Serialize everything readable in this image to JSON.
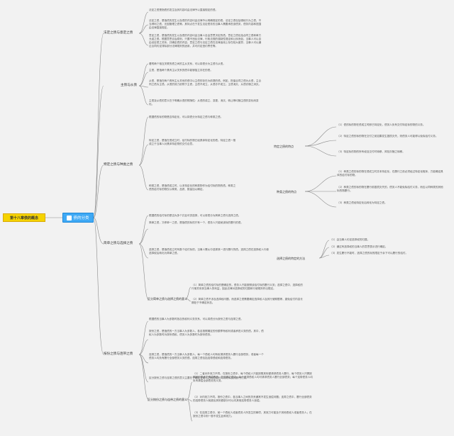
{
  "root": {
    "label": "第十八章债的概念"
  },
  "hub": {
    "label": "债的分类"
  },
  "topics": {
    "t1": "法定之债与意定之债",
    "t2": "主债与从债",
    "t3": "特定之债与种类之债",
    "t4": "简单之债与选择之债",
    "t5": "按份之债与连带之债"
  },
  "subtopics": {
    "s31": "特定之债的特点",
    "s32": "种类之债的特点",
    "s41": "选择之债的特定的方法",
    "s42": "区分简单之债与选择之债的意义",
    "s51": "区分按份之债与连带之债的意义"
  },
  "leaves": {
    "l1a": "法定之债是指债的发生及其内容均由法律予以直接规定的债。",
    "l1b": "法定之债，是指债的发生以及债的内容均由法律予以明确规定的债。法定之债包括侵权行为之债、不当得利之债、无因管理之债等。其特点在于发生法定债务的当事人需要承担该债务，债务内容和范围由法律直接规定。",
    "l1c": "意定之债，是指债的发生以及债的内容均由当事人自由意思决定的债。意定之债包括合同之债和单方允诺之债。根据意思自治原则，只要不违反法律，行政法规的强制性规定和公序良俗，当事人可以自由设定债之关系，并确定债的内容。意定之债与法定之债在法律适用上存在较大差异，当事人可以通过合同约定排除部分法律规则的适用，并可约定违约责任等。",
    "l2a": "看附两个相互关联的债之间的主从关系，可以将债分为主债与从债。",
    "l2b": "主债，是指两个具有主从关系的债中能够独立存在的债。",
    "l2c": "从债，是指在两个具有主从关系的债中以主债的存在为前提的债。例如，担保合同之债为从债，主合同之债为主债。从债的效力依附于主债，主债不成立，从债亦不成立；主债消灭，从债亦随之消灭。",
    "l2d": "主债及从债的意义在于明确从债的附随性：从债的成立、变更、消灭、转让等均随主债的变化而变化。",
    "l3a": "根据债的标的物是否特定化，可以将债分为特定之债与种类之债。",
    "l3b": "特定之债，是指在债成立时，给付标的物已经具体特定化的债。特定之债一般成立于当事人对具体特定物的交付合意。",
    "l3c": "种类之债，是指债成立时，以未特定化的种类物作为给付标的物的债。种类之债的给付标的物仅以种类、品质、数量加以确定。",
    "l31a": "（1）债的标的物在债成立时即已特定化，债务人负有交付特定标的物的义务。",
    "l31b": "（2）特定之债的标的物在交付之前如果发生毁损灭失，则债务人可能得以免除给付义务。",
    "l31c": "（3）特定标的物的所有权自交付时转移，风险亦随之转移。",
    "l32a": "（1）种类之债的标的物在债成立时并未特定化，在履行之前必须经过特定化程序，方能确定具体的给付标的物。",
    "l32b": "（2）种类之债的标的物在履行前毁损灭失的，债务人不能免除给付义务，而应以同种类的其他标的物履行。",
    "l32c": "（3）种类之债经特定化后转化为特定之债。",
    "l4a": "根据债的给付标的是否为多个并且可供选择，可以将债分为简单之债与选择之债。",
    "l4b": "简单之债，又称单一之债，是指债的标的只有一个，债务人只能就该标的履行的债。",
    "l4c": "选择之债，是指债成立时有数个给付标的，当事人需从中选择其一进行履行的债。选择之债在选择权人行使选择权后转化为简单之债。",
    "l41a": "（1）由当事人约定选择权的归属。",
    "l41b": "（2）通过有选择权的当事人的意思表示进行确定。",
    "l41c": "（3）发生履行不能时，选择之债的标的限定于余下可以履行的给付。",
    "l42a": "（1）简单之债的给付标的是确定的，债务人只能按照该给付标的履行义务；选择之债中，选择权的行使关系到当事人的利益，因此法律对选择权的归属和行使规则作出规定。",
    "l42b": "（2）简单之债不涉及选择权问题，而选择之债需要确定选择权人及其行使期限等，避免给付内容长期处于不确定状态。",
    "l5a": "根据债的当事人为多数时各自的权利义务关系，可以将债分为按份之债与连带之债。",
    "l5b": "按份之债，是指债的一方当事人为多数人，各自按照确定的份额享有权利或者承担义务的债。其中，债权人为多数时为按份债权，债务人为多数时为按份债务。",
    "l5c": "连带之债，是指债的一方当事人为多数人，每一个债权人均有权请求债务人履行全部债务，或者每一个债务人均负有履行全部债务义务的债。连带之债包括连带债权和连带债务。",
    "l5d": "区分按份之债与连带之债的意义主要在于确定当事人之间的权利义务关系及其履行方式。",
    "l51a": "（1）二者对外效力不同。在按份之债中，每个债权人只能按照其份额请求债务人履行，每个债务人只需按照其份额承担清偿责任。在连带之债中，每个连带债权人均可请求债务人履行全部债务；每个连带债务人均负有清偿全部债务的义务。",
    "l51b": "（2）对内效力不同。按份之债中，各当事人之间的关系通常不发生追偿问题；连带之债中，履行全部债务的连带债务人就超出其份额部分可以向其他连带债务人追偿。",
    "l51c": "（3）在连带之债中，就一个债权人或者债务人所发生的事项，其效力可能及于其他债权人或者债务人；在按份之债中则一般不发生此种效力。"
  }
}
